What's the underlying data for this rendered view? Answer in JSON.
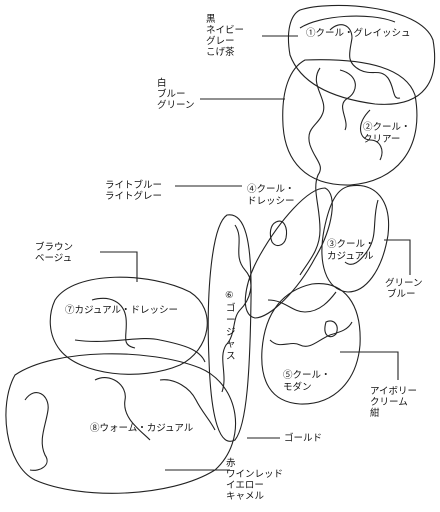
{
  "regions": [
    {
      "id": "r1",
      "label": "①クール・グレイッシュ"
    },
    {
      "id": "r2",
      "label": "②クール・クリアー",
      "lines": [
        "②クール・",
        "クリアー"
      ]
    },
    {
      "id": "r3",
      "label": "③クール・カジュアル",
      "lines": [
        "③クール・",
        "カジュアル"
      ]
    },
    {
      "id": "r4",
      "label": "④クール・ドレッシー",
      "lines": [
        "④クール・",
        "ドレッシー"
      ]
    },
    {
      "id": "r5",
      "label": "⑤クール・モダン",
      "lines": [
        "⑤クール・",
        "モダン"
      ]
    },
    {
      "id": "r6",
      "label": "⑥ゴージャス",
      "lines": [
        "⑥",
        "ゴ",
        "ー",
        "ジ",
        "ャ",
        "ス"
      ]
    },
    {
      "id": "r7",
      "label": "⑦カジュアル・ドレッシー"
    },
    {
      "id": "r8",
      "label": "⑧ウォーム・カジュアル"
    }
  ],
  "annotations": {
    "top_left": [
      "黒",
      "ネイビー",
      "グレー",
      "こげ茶"
    ],
    "white_group": [
      "白",
      "ブルー",
      "グリーン"
    ],
    "light_group": [
      "ライトブルー",
      "ライトグレー"
    ],
    "brown_group": [
      "ブラウン",
      "ベージュ"
    ],
    "green_blue": [
      "グリーン",
      "ブルー"
    ],
    "ivory_group": [
      "アイボリー",
      "クリーム",
      "紺"
    ],
    "gold": [
      "ゴールド"
    ],
    "red_group": [
      "赤",
      "ワインレッド",
      "イエロー",
      "キャメル"
    ]
  }
}
